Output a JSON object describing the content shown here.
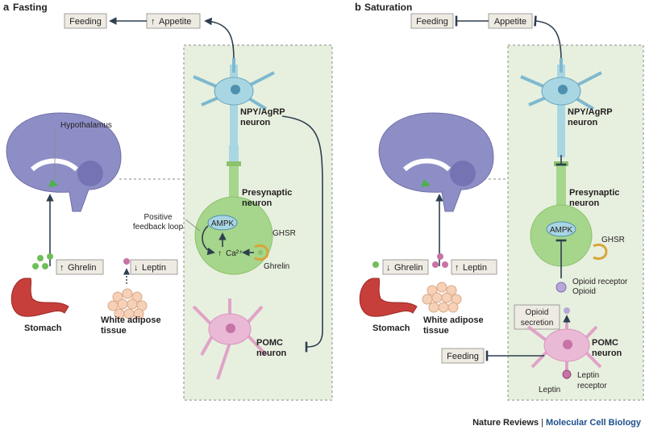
{
  "panel_a": {
    "letter": "a",
    "title": "Fasting",
    "feeding": "Feeding",
    "appetite": "Appetite",
    "npy_neuron": [
      "NPY/AgRP",
      "neuron"
    ],
    "presynaptic": [
      "Presynaptic",
      "neuron"
    ],
    "hypothalamus": "Hypothalamus",
    "positive_loop": [
      "Positive",
      "feedback loop"
    ],
    "ampk": "AMPK",
    "ca": "Ca²⁺",
    "ghsr": "GHSR",
    "ghrelin_receptor_ligand": "Ghrelin",
    "ghrelin": "Ghrelin",
    "leptin": "Leptin",
    "stomach": "Stomach",
    "adipose": [
      "White adipose",
      "tissue"
    ],
    "pomc": [
      "POMC",
      "neuron"
    ]
  },
  "panel_b": {
    "letter": "b",
    "title": "Saturation",
    "feeding": "Feeding",
    "appetite": "Appetite",
    "npy_neuron": [
      "NPY/AgRP",
      "neuron"
    ],
    "presynaptic": [
      "Presynaptic",
      "neuron"
    ],
    "ampk": "AMPK",
    "ghsr": "GHSR",
    "ghrelin": "Ghrelin",
    "leptin": "Leptin",
    "stomach": "Stomach",
    "adipose": [
      "White adipose",
      "tissue"
    ],
    "opioid_receptor": "Opioid receptor",
    "opioid": "Opioid",
    "opioid_secretion": [
      "Opioid",
      "secretion"
    ],
    "pomc": [
      "POMC",
      "neuron"
    ],
    "feeding2": "Feeding",
    "leptin_receptor": [
      "Leptin",
      "receptor"
    ],
    "leptin_ligand": "Leptin"
  },
  "footer": {
    "journal": "Nature Reviews",
    "separator": " | ",
    "section": "Molecular Cell Biology"
  },
  "colors": {
    "neuron_blue": "#a9d6e3",
    "neuron_green": "#a6d58c",
    "neuron_pink": "#eab9d6",
    "brain_purple": "#8e8ec7",
    "stomach_red": "#c63f3b",
    "hypothalamus_panel": "#e7f0df",
    "footer_blue": "#1d4f8c"
  }
}
